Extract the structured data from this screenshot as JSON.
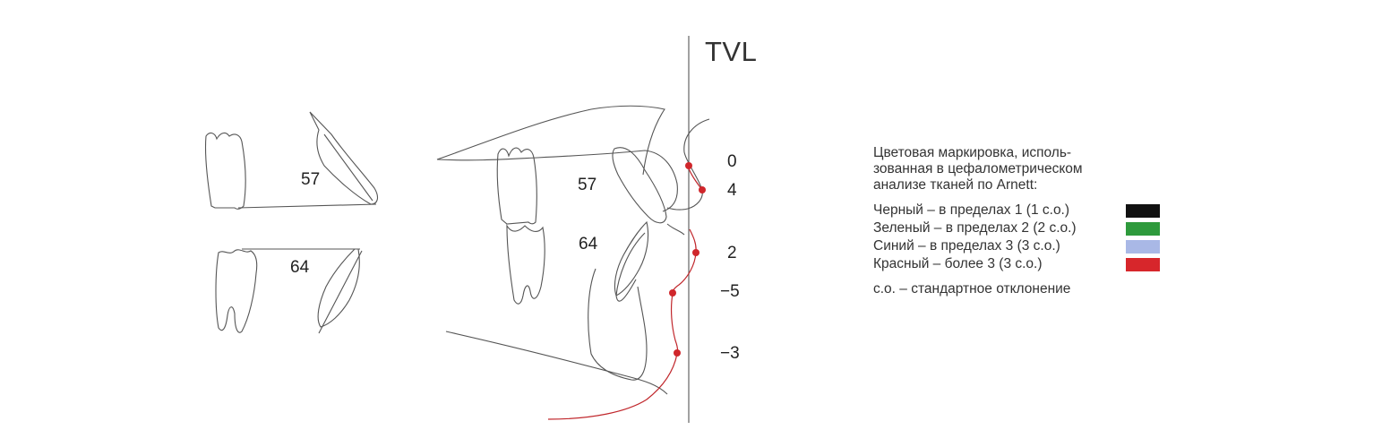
{
  "diagram": {
    "tvl_label": "TVL",
    "left_tooth_upper_number": "57",
    "left_tooth_lower_number": "64",
    "profile_upper_tooth_number": "57",
    "profile_lower_tooth_number": "64",
    "measurements": [
      "0",
      "4",
      "2",
      "−5",
      "−3"
    ],
    "line_color": "#555555",
    "marker_color": "#d0262b"
  },
  "legend": {
    "heading_lines": [
      "Цветовая маркировка, исполь-",
      "зованная в цефалометрическом",
      "анализе тканей по Arnett:"
    ],
    "items": [
      {
        "label": "Черный – в пределах 1 (1 с.о.)",
        "color": "#111111"
      },
      {
        "label": "Зеленый – в пределах 2 (2 с.о.)",
        "color": "#2e9a3c"
      },
      {
        "label": "Синий – в пределах 3 (3 с.о.)",
        "color": "#a9b8e6"
      },
      {
        "label": "Красный – более 3 (3 с.о.)",
        "color": "#d7262b"
      }
    ],
    "note": "с.о. – стандартное отклонение"
  }
}
